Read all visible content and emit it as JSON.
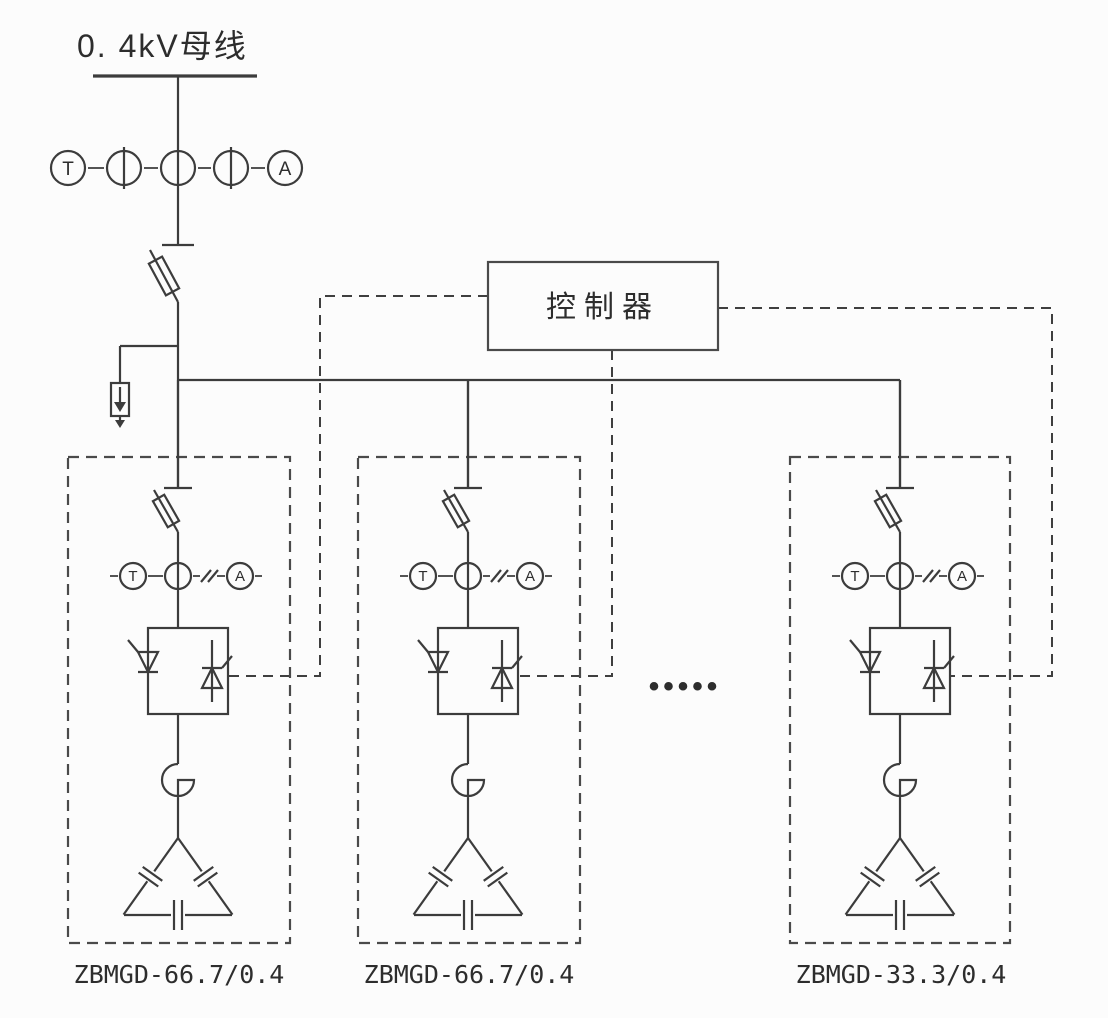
{
  "diagram": {
    "busbar_label": "0. 4kV母线",
    "controller": {
      "label": "控制器"
    },
    "ellipsis": "•••••",
    "meters": {
      "t": "T",
      "a": "A"
    },
    "branches": [
      {
        "label": "ZBMGD-66.7/0.4"
      },
      {
        "label": "ZBMGD-66.7/0.4"
      },
      {
        "label": "ZBMGD-33.3/0.4"
      }
    ],
    "colors": {
      "line": "#3c3c3c",
      "background": "#fcfcfc",
      "box_dash": "#4a4a4a"
    }
  }
}
